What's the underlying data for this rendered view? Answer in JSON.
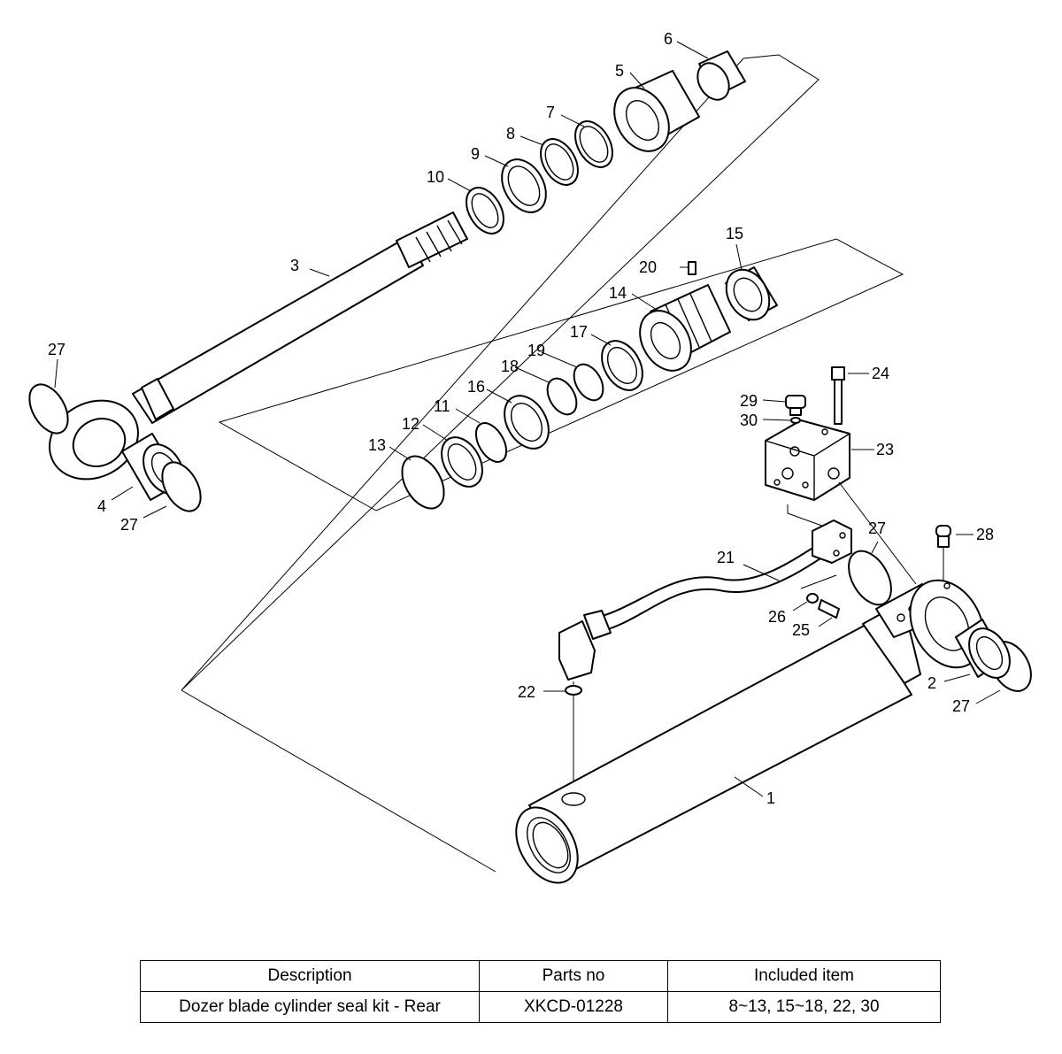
{
  "diagram": {
    "callouts": [
      {
        "id": "1",
        "text": "1"
      },
      {
        "id": "2",
        "text": "2"
      },
      {
        "id": "3",
        "text": "3"
      },
      {
        "id": "4",
        "text": "4"
      },
      {
        "id": "5",
        "text": "5"
      },
      {
        "id": "6",
        "text": "6"
      },
      {
        "id": "7",
        "text": "7"
      },
      {
        "id": "8",
        "text": "8"
      },
      {
        "id": "9",
        "text": "9"
      },
      {
        "id": "10",
        "text": "10"
      },
      {
        "id": "11",
        "text": "11"
      },
      {
        "id": "12",
        "text": "12"
      },
      {
        "id": "13",
        "text": "13"
      },
      {
        "id": "14",
        "text": "14"
      },
      {
        "id": "15",
        "text": "15"
      },
      {
        "id": "16",
        "text": "16"
      },
      {
        "id": "17",
        "text": "17"
      },
      {
        "id": "18",
        "text": "18"
      },
      {
        "id": "19",
        "text": "19"
      },
      {
        "id": "20",
        "text": "20"
      },
      {
        "id": "21",
        "text": "21"
      },
      {
        "id": "22",
        "text": "22"
      },
      {
        "id": "23",
        "text": "23"
      },
      {
        "id": "24",
        "text": "24"
      },
      {
        "id": "25",
        "text": "25"
      },
      {
        "id": "26",
        "text": "26"
      },
      {
        "id": "27a",
        "text": "27"
      },
      {
        "id": "27b",
        "text": "27"
      },
      {
        "id": "27c",
        "text": "27"
      },
      {
        "id": "27d",
        "text": "27"
      },
      {
        "id": "28",
        "text": "28"
      },
      {
        "id": "29",
        "text": "29"
      },
      {
        "id": "30",
        "text": "30"
      }
    ]
  },
  "table": {
    "headers": [
      "Description",
      "Parts no",
      "Included item"
    ],
    "rows": [
      [
        "Dozer blade cylinder seal kit - Rear",
        "XKCD-01228",
        "8~13, 15~18, 22, 30"
      ]
    ]
  },
  "colors": {
    "line": "#000000",
    "background": "#ffffff"
  }
}
